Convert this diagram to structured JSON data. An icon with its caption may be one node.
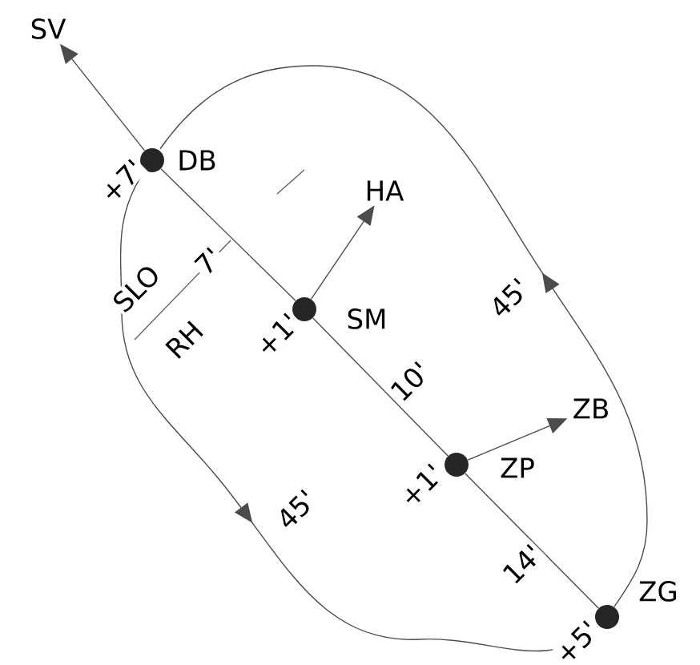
{
  "diagram": {
    "nodes": [
      {
        "text": [
          "SV"
        ]
      },
      {
        "text": [
          "DB"
        ]
      },
      {
        "text": [
          "SM"
        ]
      },
      {
        "text": [
          "ZP"
        ]
      },
      {
        "text": [
          "ZG"
        ]
      },
      {
        "text": [
          "HA"
        ]
      },
      {
        "text": [
          "ZB"
        ]
      }
    ],
    "edges": [
      {
        "from": 1,
        "to": 0,
        "arrow": "to"
      },
      {
        "from": 1,
        "to": 2,
        "arrow": "none"
      },
      {
        "from": 2,
        "to": 5,
        "arrow": "to"
      },
      {
        "from": 2,
        "to": 3,
        "arrow": "none",
        "label": "10'"
      },
      {
        "from": 3,
        "to": 6,
        "arrow": "to"
      },
      {
        "from": 3,
        "to": 4,
        "arrow": "none",
        "label": "14'"
      },
      {
        "from": 1,
        "to": 4,
        "arrow": "to",
        "label": "45'"
      },
      {
        "from": 4,
        "to": 1,
        "arrow": "to",
        "label": "45'"
      }
    ],
    "labels": [
      "+7'",
      "SLO",
      "7'",
      "RH",
      "+1'",
      "+1'",
      "+5'"
    ]
  }
}
